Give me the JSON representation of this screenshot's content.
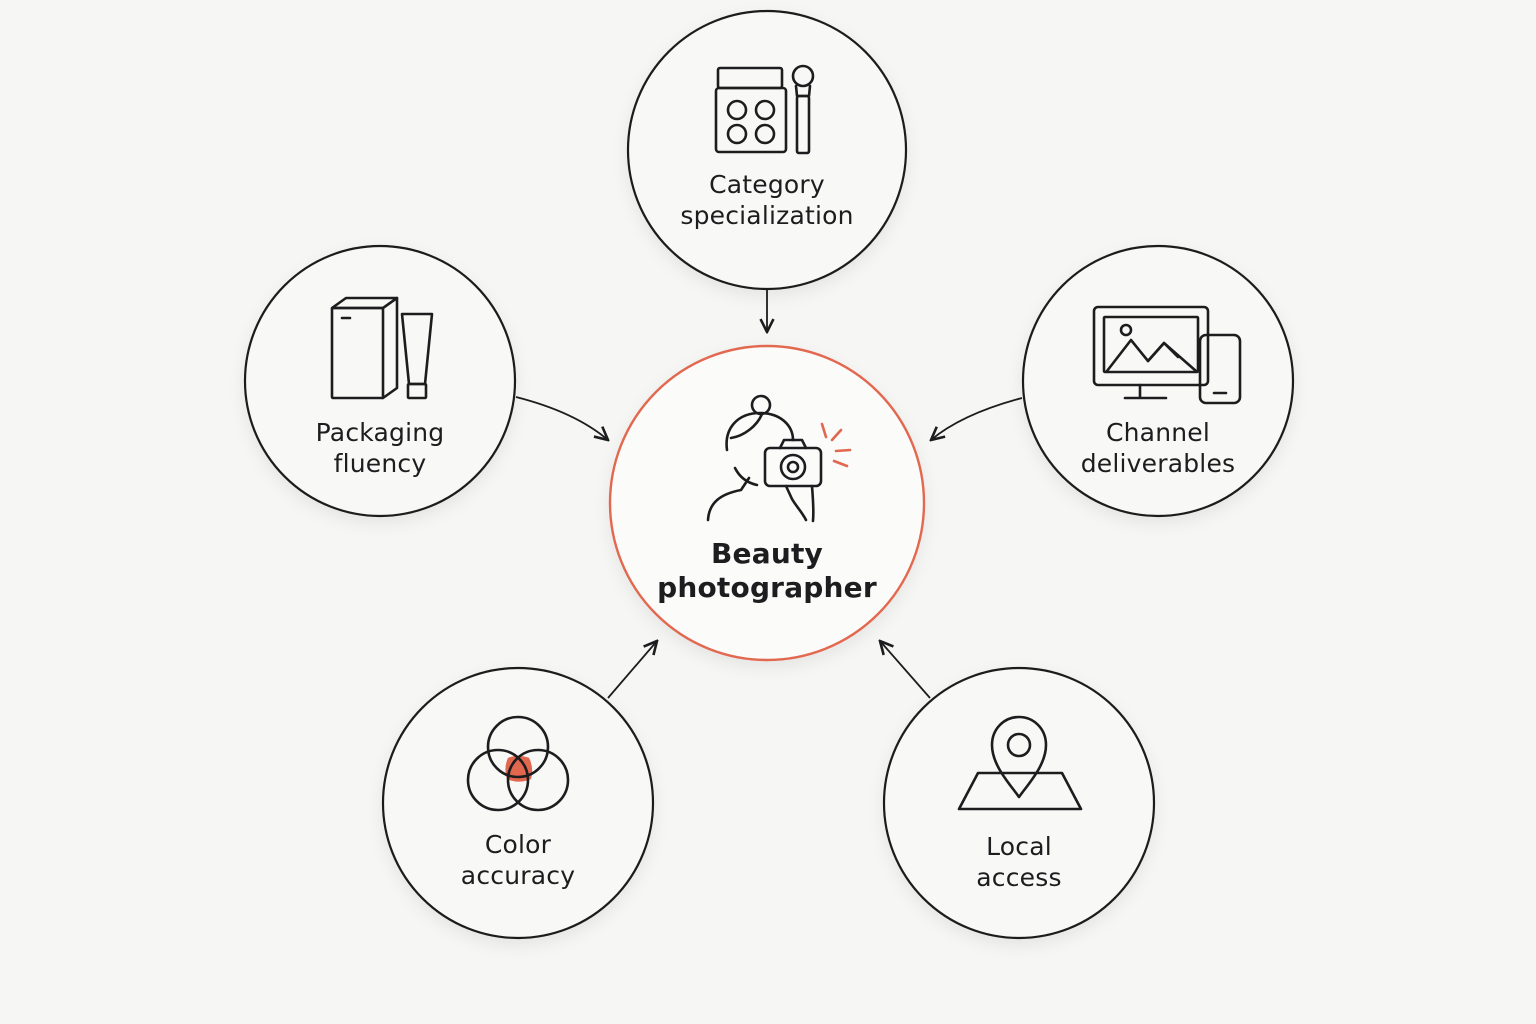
{
  "accent_color": "#e2674f",
  "line_color": "#1d1d1f",
  "background_color": "#f6f6f4",
  "center": {
    "icon": "photographer-camera-icon",
    "line1": "Beauty",
    "line2": "photographer"
  },
  "nodes": {
    "category": {
      "icon": "makeup-palette-brush-icon",
      "line1": "Category",
      "line2": "specialization"
    },
    "packaging": {
      "icon": "box-and-tube-icon",
      "line1": "Packaging",
      "line2": "fluency"
    },
    "channel": {
      "icon": "monitor-and-phone-icon",
      "line1": "Channel",
      "line2": "deliverables"
    },
    "color": {
      "icon": "venn-color-circles-icon",
      "line1": "Color",
      "line2": "accuracy"
    },
    "local": {
      "icon": "map-pin-icon",
      "line1": "Local",
      "line2": "access"
    }
  }
}
